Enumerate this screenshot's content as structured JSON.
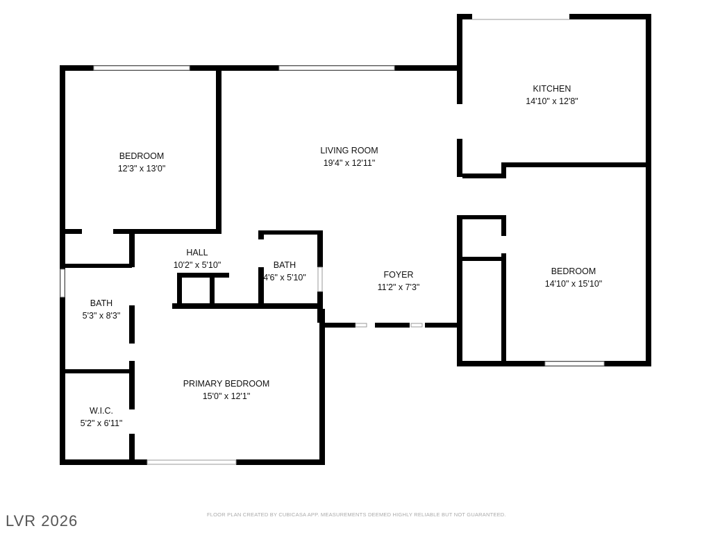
{
  "rooms": [
    {
      "name": "KITCHEN",
      "dims": "14'10\" x 12'8\""
    },
    {
      "name": "BEDROOM",
      "dims": "12'3\" x 13'0\""
    },
    {
      "name": "LIVING ROOM",
      "dims": "19'4\" x 12'11\""
    },
    {
      "name": "HALL",
      "dims": "10'2\" x 5'10\""
    },
    {
      "name": "BATH",
      "dims": "4'6\" x 5'10\""
    },
    {
      "name": "FOYER",
      "dims": "11'2\" x 7'3\""
    },
    {
      "name": "BEDROOM",
      "dims": "14'10\" x 15'10\""
    },
    {
      "name": "BATH",
      "dims": "5'3\" x 8'3\""
    },
    {
      "name": "PRIMARY BEDROOM",
      "dims": "15'0\" x 12'1\""
    },
    {
      "name": "W.I.C.",
      "dims": "5'2\" x 6'11\""
    }
  ],
  "footer": "FLOOR PLAN CREATED BY CUBICASA APP. MEASUREMENTS DEEMED HIGHLY RELIABLE BUT NOT GUARANTEED.",
  "watermark": "LVR 2026",
  "colors": {
    "wall": "#000000",
    "window": "#cccccc"
  }
}
